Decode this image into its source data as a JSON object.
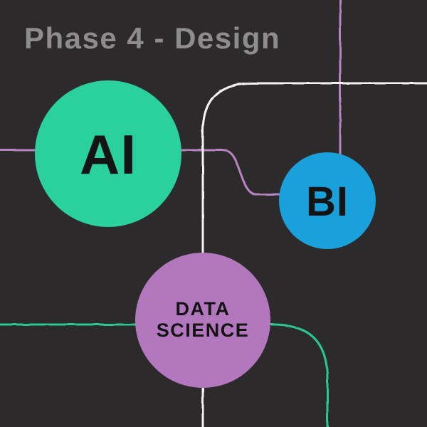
{
  "title": "Phase 4 - Design",
  "title_color": "#8d8d8d",
  "background_color": "#2c2a2b",
  "nodes": {
    "ai": {
      "label": "AI",
      "color": "#2ad19c",
      "text_color": "#141414"
    },
    "bi": {
      "label": "BI",
      "color": "#1aa0da",
      "text_color": "#141414"
    },
    "data_science": {
      "label_line1": "DATA",
      "label_line2": "SCIENCE",
      "color": "#b277bd",
      "text_color": "#141414"
    }
  },
  "connectors": {
    "purple_horizontal": {
      "color": "#b883c3",
      "from": "left-edge",
      "to": "bi-node",
      "passes_through": "ai-node"
    },
    "purple_vertical": {
      "color": "#b883c3",
      "from": "top-edge",
      "to": "bi-node"
    },
    "white_elbow": {
      "color": "#f5f3f1",
      "from": "bottom-edge",
      "to": "right-edge",
      "passes_through": "data-science-node"
    },
    "green_elbow": {
      "color": "#2cc793",
      "from": "left-edge",
      "to": "bottom-edge",
      "passes_through": "data-science-node"
    }
  }
}
